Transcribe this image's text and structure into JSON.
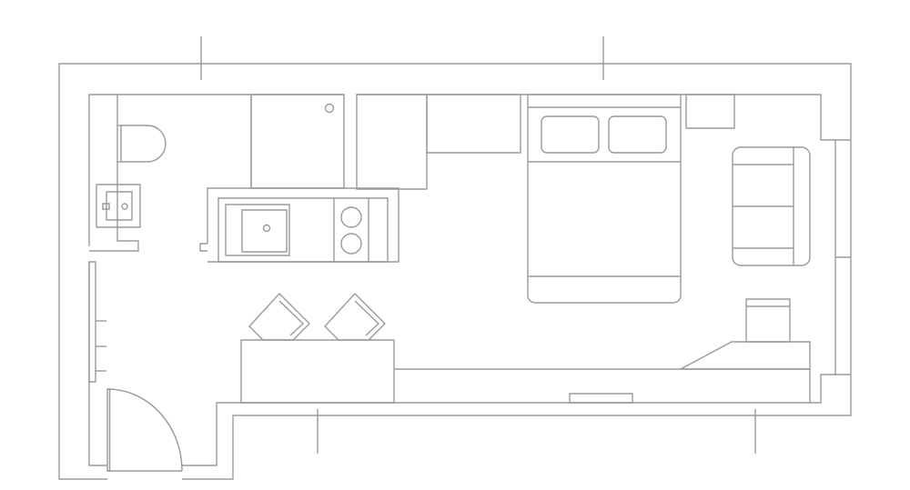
{
  "drawing": {
    "background_color": "#ffffff",
    "line_color": "#9a9a9a",
    "rooms": [
      "bathroom",
      "kitchen",
      "bedroom",
      "living-area",
      "entrance"
    ],
    "furniture": [
      "toilet",
      "bathroom-sink",
      "shower-tray",
      "refrigerator",
      "kitchen-sink",
      "two-burner-hob",
      "wardrobe",
      "tall-cabinet",
      "double-bed",
      "nightstand",
      "sofa",
      "desk",
      "office-chair",
      "armchair",
      "armchair",
      "side-table",
      "tv-console"
    ]
  }
}
